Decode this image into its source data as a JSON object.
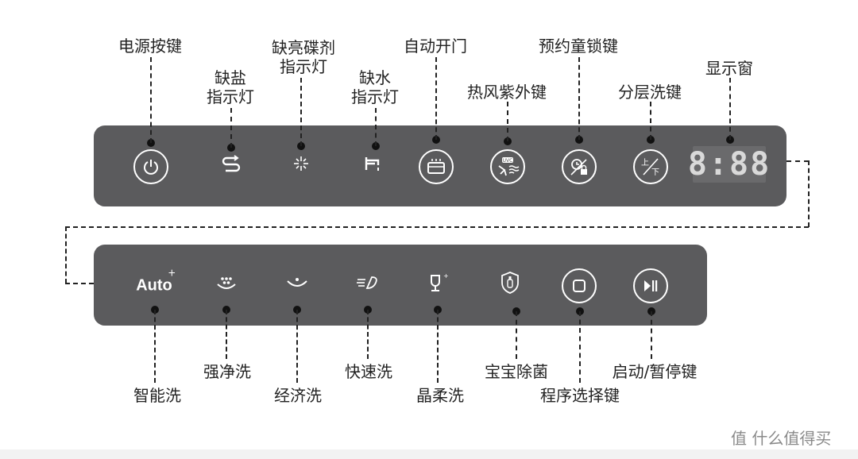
{
  "top_labels": {
    "power": "电源按键",
    "salt": "缺盐\n指示灯",
    "rinse": "缺亮碟剂\n指示灯",
    "water": "缺水\n指示灯",
    "auto_door": "自动开门",
    "uv_hot_air": "热风紫外键",
    "delay_lock": "预约童锁键",
    "layer_wash": "分层洗键",
    "display": "显示窗"
  },
  "bottom_labels": {
    "smart": "智能洗",
    "intensive": "强净洗",
    "eco": "经济洗",
    "quick": "快速洗",
    "glass": "晶柔洗",
    "baby": "宝宝除菌",
    "program": "程序选择键",
    "start": "启动/暂停键"
  },
  "panel": {
    "display_digits": "8:88",
    "auto_text": "Auto",
    "layer_text": "上/下",
    "uv_text": "UVC"
  },
  "watermark": "值 什么值得买",
  "colors": {
    "panel": "#5b5b5d",
    "icon": "#ffffff"
  }
}
